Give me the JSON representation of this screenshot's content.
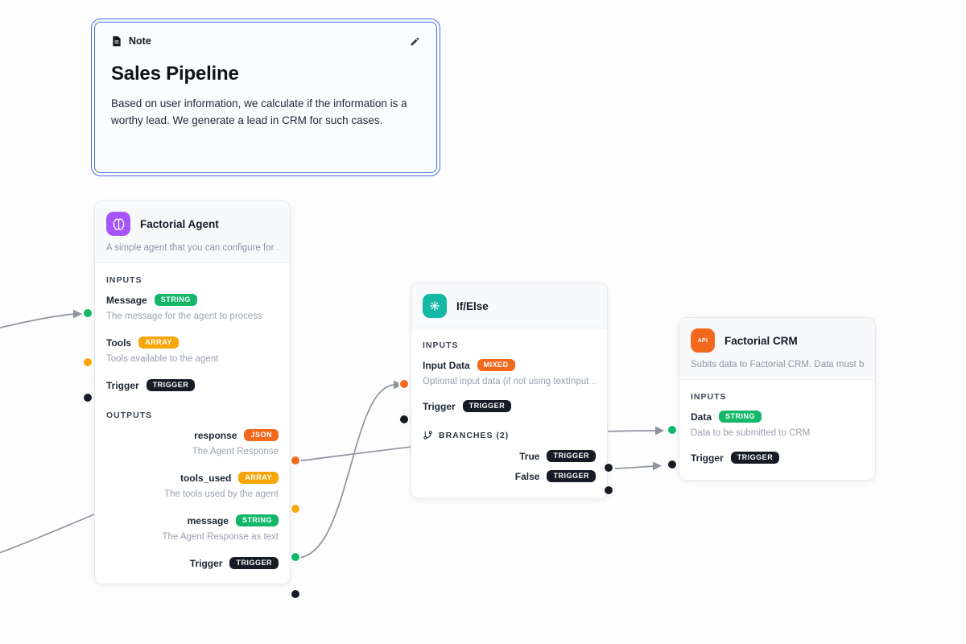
{
  "note": {
    "header": "Note",
    "title": "Sales Pipeline",
    "body": "Based on user information, we calculate if the information is a worthy lead. We generate a lead in CRM for such cases."
  },
  "agent_node": {
    "title": "Factorial Agent",
    "subtitle": "A simple agent that you can configure for ...",
    "icon": "brain-icon",
    "inputs_label": "INPUTS",
    "outputs_label": "OUTPUTS",
    "inputs": [
      {
        "label": "Message",
        "type": "STRING",
        "desc": "The message for the agent to process"
      },
      {
        "label": "Tools",
        "type": "ARRAY",
        "desc": "Tools available to the agent"
      },
      {
        "label": "Trigger",
        "type": "TRIGGER",
        "desc": ""
      }
    ],
    "outputs": [
      {
        "label": "response",
        "type": "JSON",
        "desc": "The Agent Response"
      },
      {
        "label": "tools_used",
        "type": "ARRAY",
        "desc": "The tools used by the agent"
      },
      {
        "label": "message",
        "type": "STRING",
        "desc": "The Agent Response as text"
      },
      {
        "label": "Trigger",
        "type": "TRIGGER",
        "desc": ""
      }
    ]
  },
  "ifelse_node": {
    "title": "If/Else",
    "icon": "gear-icon",
    "inputs_label": "INPUTS",
    "branches_label": "BRANCHES (2)",
    "inputs": [
      {
        "label": "Input Data",
        "type": "MIXED",
        "desc": "Optional input data (if not using textInput ..."
      },
      {
        "label": "Trigger",
        "type": "TRIGGER",
        "desc": ""
      }
    ],
    "branches": [
      {
        "label": "True",
        "type": "TRIGGER"
      },
      {
        "label": "False",
        "type": "TRIGGER"
      }
    ]
  },
  "crm_node": {
    "title": "Factorial CRM",
    "subtitle": "Subits data to Factorial CRM. Data must b...",
    "icon_text": "API",
    "inputs_label": "INPUTS",
    "inputs": [
      {
        "label": "Data",
        "type": "STRING",
        "desc": "Data to be submitted to CRM"
      },
      {
        "label": "Trigger",
        "type": "TRIGGER",
        "desc": ""
      }
    ]
  },
  "colors": {
    "string": "#12b76a",
    "array": "#f6a609",
    "json": "#f2691d",
    "mixed": "#f2691d",
    "trigger": "#161b26",
    "agent_icon": "#a855f7",
    "ifelse_icon": "#14b8a6",
    "crm_icon": "#f2691d",
    "note_border": "#4470e2",
    "edge": "#8e939c"
  }
}
